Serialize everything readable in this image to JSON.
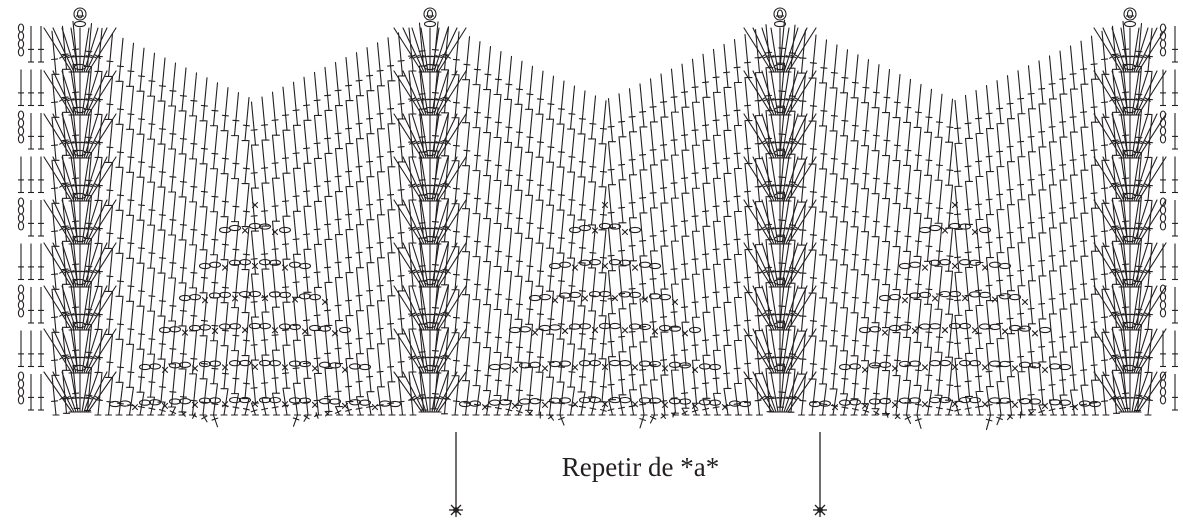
{
  "diagram": {
    "caption": "Repetir de *a*",
    "repeat_start_symbol": "asterisk-icon",
    "repeat_end_symbol": "asterisk-icon",
    "symbols": {
      "chain": "oval",
      "single_crochet": "x",
      "double_crochet": "crossed-stem",
      "turning_chain": "stacked-ovals",
      "point_marker": "ring-with-stitch-icon"
    },
    "ink_color": "#231f20",
    "background_color": "#ffffff"
  }
}
